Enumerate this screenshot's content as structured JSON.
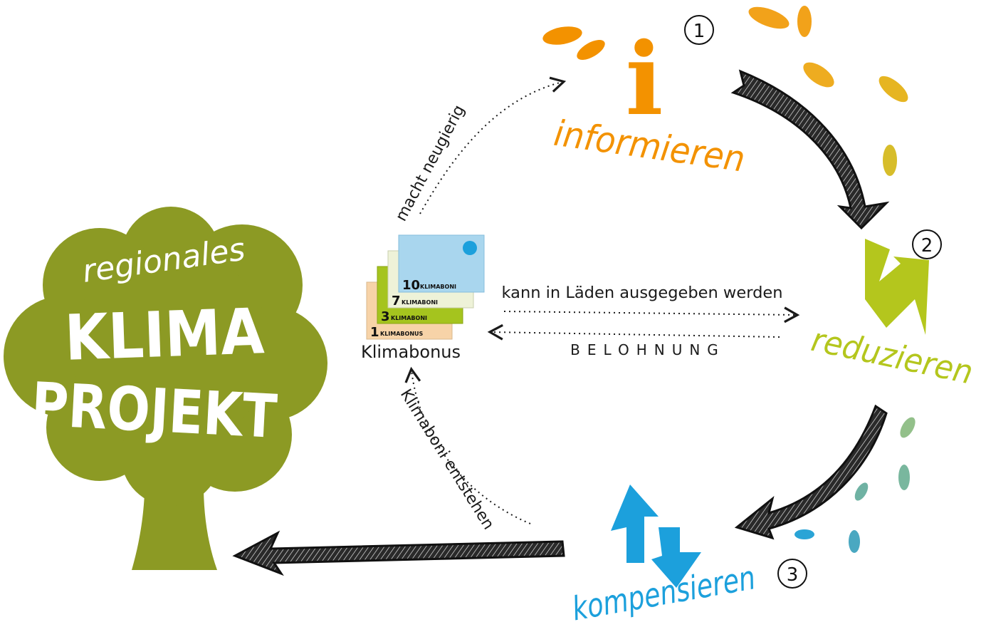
{
  "tree": {
    "line1": "regionales",
    "line2": "KLIMA",
    "line3": "PROJEKT"
  },
  "steps": [
    {
      "number": "1",
      "label": "informieren",
      "color": "#f39200"
    },
    {
      "number": "2",
      "label": "reduzieren",
      "color": "#b4c61d"
    },
    {
      "number": "3",
      "label": "kompensieren",
      "color": "#1ca0dc"
    }
  ],
  "info_glyph": "i",
  "center": {
    "title": "Klimabonus",
    "cards": [
      {
        "value": "1",
        "label": "KLIMABONUS",
        "color": "#f7d3a8"
      },
      {
        "value": "3",
        "label": "KLIMABONI",
        "color": "#a5c41e"
      },
      {
        "value": "7",
        "label": "KLIMABONI",
        "color": "#eef2d8"
      },
      {
        "value": "10",
        "label": "KLIMABONI",
        "color": "#a9d6ee"
      }
    ]
  },
  "connectors": {
    "curious": "macht neugierig",
    "spend": "kann in Läden ausgegeben werden",
    "reward": "BELOHNUNG",
    "arise": "Klimaboni entstehen"
  },
  "colors": {
    "tree": "#8c9a24",
    "arrow": "#1a1a1a"
  }
}
